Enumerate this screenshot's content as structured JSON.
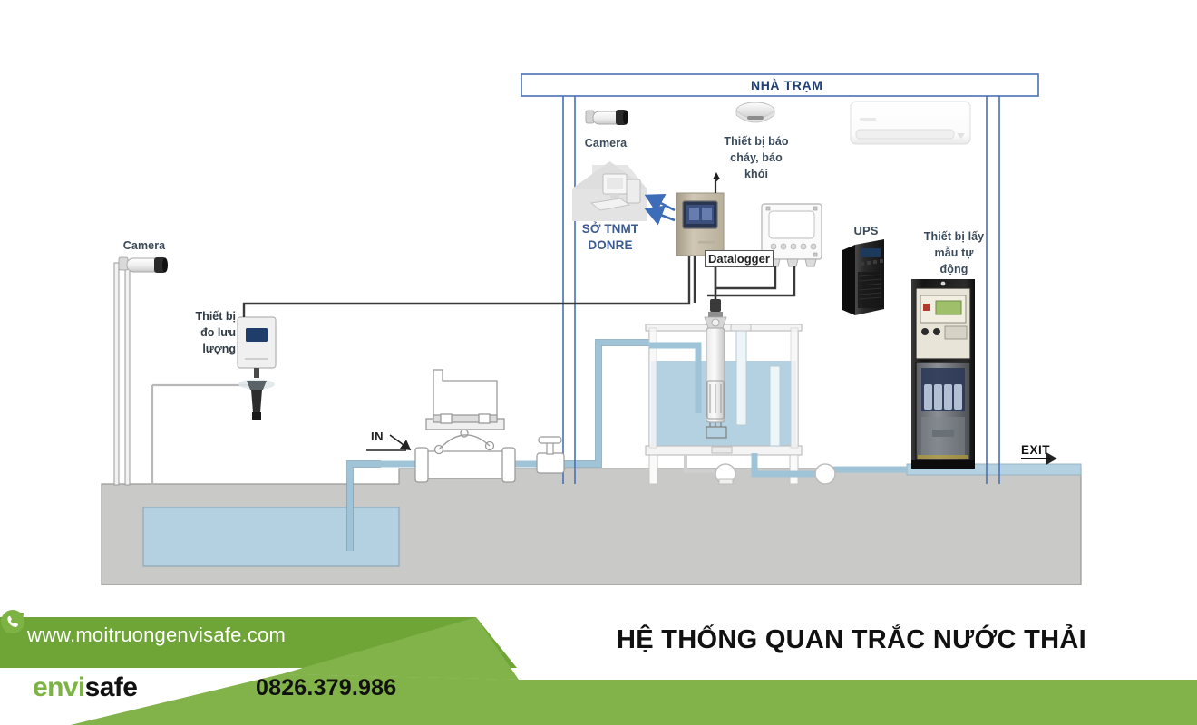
{
  "diagram": {
    "station_title": "NHÀ TRẠM",
    "labels": {
      "camera_station": "Camera",
      "camera_outdoor": "Camera",
      "fire_smoke_l1": "Thiết bị báo",
      "fire_smoke_l2": "cháy, báo",
      "fire_smoke_l3": "khói",
      "donre_l1": "SỞ TNMT",
      "donre_l2": "DONRE",
      "datalogger": "Datalogger",
      "ups": "UPS",
      "autosampler_l1": "Thiết bị lấy",
      "autosampler_l2": "mẫu tự",
      "autosampler_l3": "động",
      "flowmeter_l1": "Thiết bị",
      "flowmeter_l2": "đo lưu",
      "flowmeter_l3": "lượng",
      "inlet": "IN",
      "outlet": "EXIT"
    },
    "colors": {
      "wall_blue": "#4a6fb5",
      "water_blue": "#b3d1e0",
      "concrete_gray": "#c9c9c7",
      "pipe_blue": "#9fc4d8",
      "cable_dark": "#3a3a3a",
      "arrow_blue": "#3d6cb9",
      "label_blue": "#1d3f73"
    }
  },
  "footer": {
    "website": "www.moitruongenvisafe.com",
    "title": "HỆ THỐNG QUAN TRẮC NƯỚC THẢI",
    "brand_part1": "envi",
    "brand_part2": "safe",
    "phone": "0826.379.986",
    "colors": {
      "green_dark": "#6fa437",
      "green_light": "#82b24a",
      "white": "#ffffff"
    }
  }
}
